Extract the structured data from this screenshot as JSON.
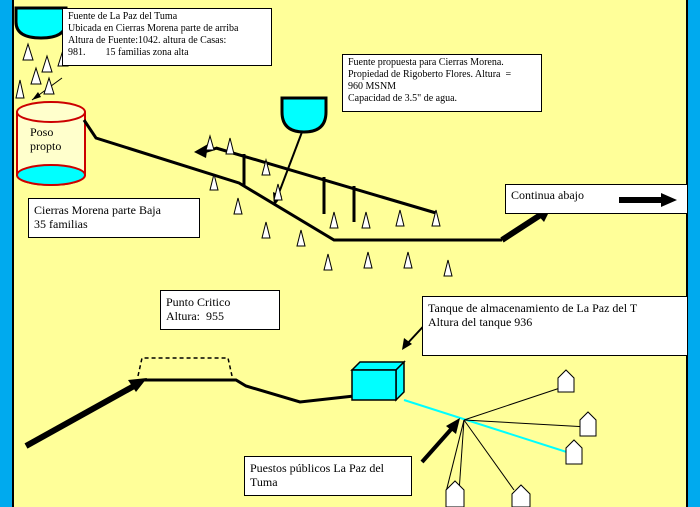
{
  "boxes": {
    "fuente_la_paz": [
      "Fuente de La Paz del Tuma",
      "Ubicada en Cierras Morena parte de arriba",
      "Altura de Fuente:1042. altura de Casas:",
      "981.        15 familias zona alta"
    ],
    "fuente_propuesta": [
      "Fuente propuesta para Cierras Morena.",
      "Propiedad de Rigoberto Flores. Altura  =",
      "960 MSNM",
      "Capacidad de 3.5\" de agua."
    ],
    "cierras_morena_baja": [
      "Cierras Morena parte Baja",
      "35 familias"
    ],
    "continua_abajo": "Continua abajo",
    "punto_critico": [
      "Punto Critico",
      "Altura:  955"
    ],
    "tanque": [
      "Tanque de almacenamiento de La Paz del T",
      "Altura del tanque 936"
    ],
    "puestos_publicos": [
      "Puestos públicos La Paz del",
      "Tuma"
    ]
  },
  "well": [
    "Poso",
    "propto"
  ],
  "colors": {
    "background": "#ffff99",
    "frame": "#00aaee",
    "water": "#00ffff",
    "well_border": "#cc0000"
  }
}
